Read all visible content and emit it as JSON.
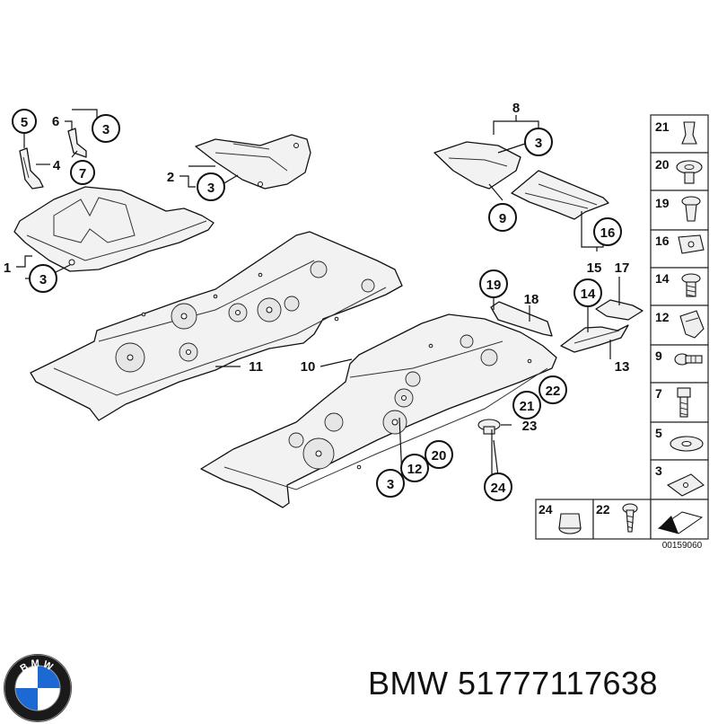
{
  "diagram": {
    "callouts": [
      "5",
      "6",
      "3",
      "4",
      "7",
      "2",
      "3",
      "1",
      "3",
      "8",
      "3",
      "9",
      "16",
      "15",
      "17",
      "14",
      "13",
      "19",
      "18",
      "11",
      "10",
      "22",
      "21",
      "23",
      "20",
      "12",
      "3",
      "24"
    ],
    "legend": [
      "21",
      "20",
      "19",
      "16",
      "14",
      "12",
      "9",
      "7",
      "5",
      "3",
      "24",
      "22"
    ],
    "drawing_number": "00159060"
  },
  "footer": {
    "title": "BMW 51777117638"
  },
  "logo": {
    "letters": "BMW",
    "colors": {
      "ring": "#1a1a1a",
      "blue": "#1c69d4",
      "white": "#ffffff"
    }
  }
}
